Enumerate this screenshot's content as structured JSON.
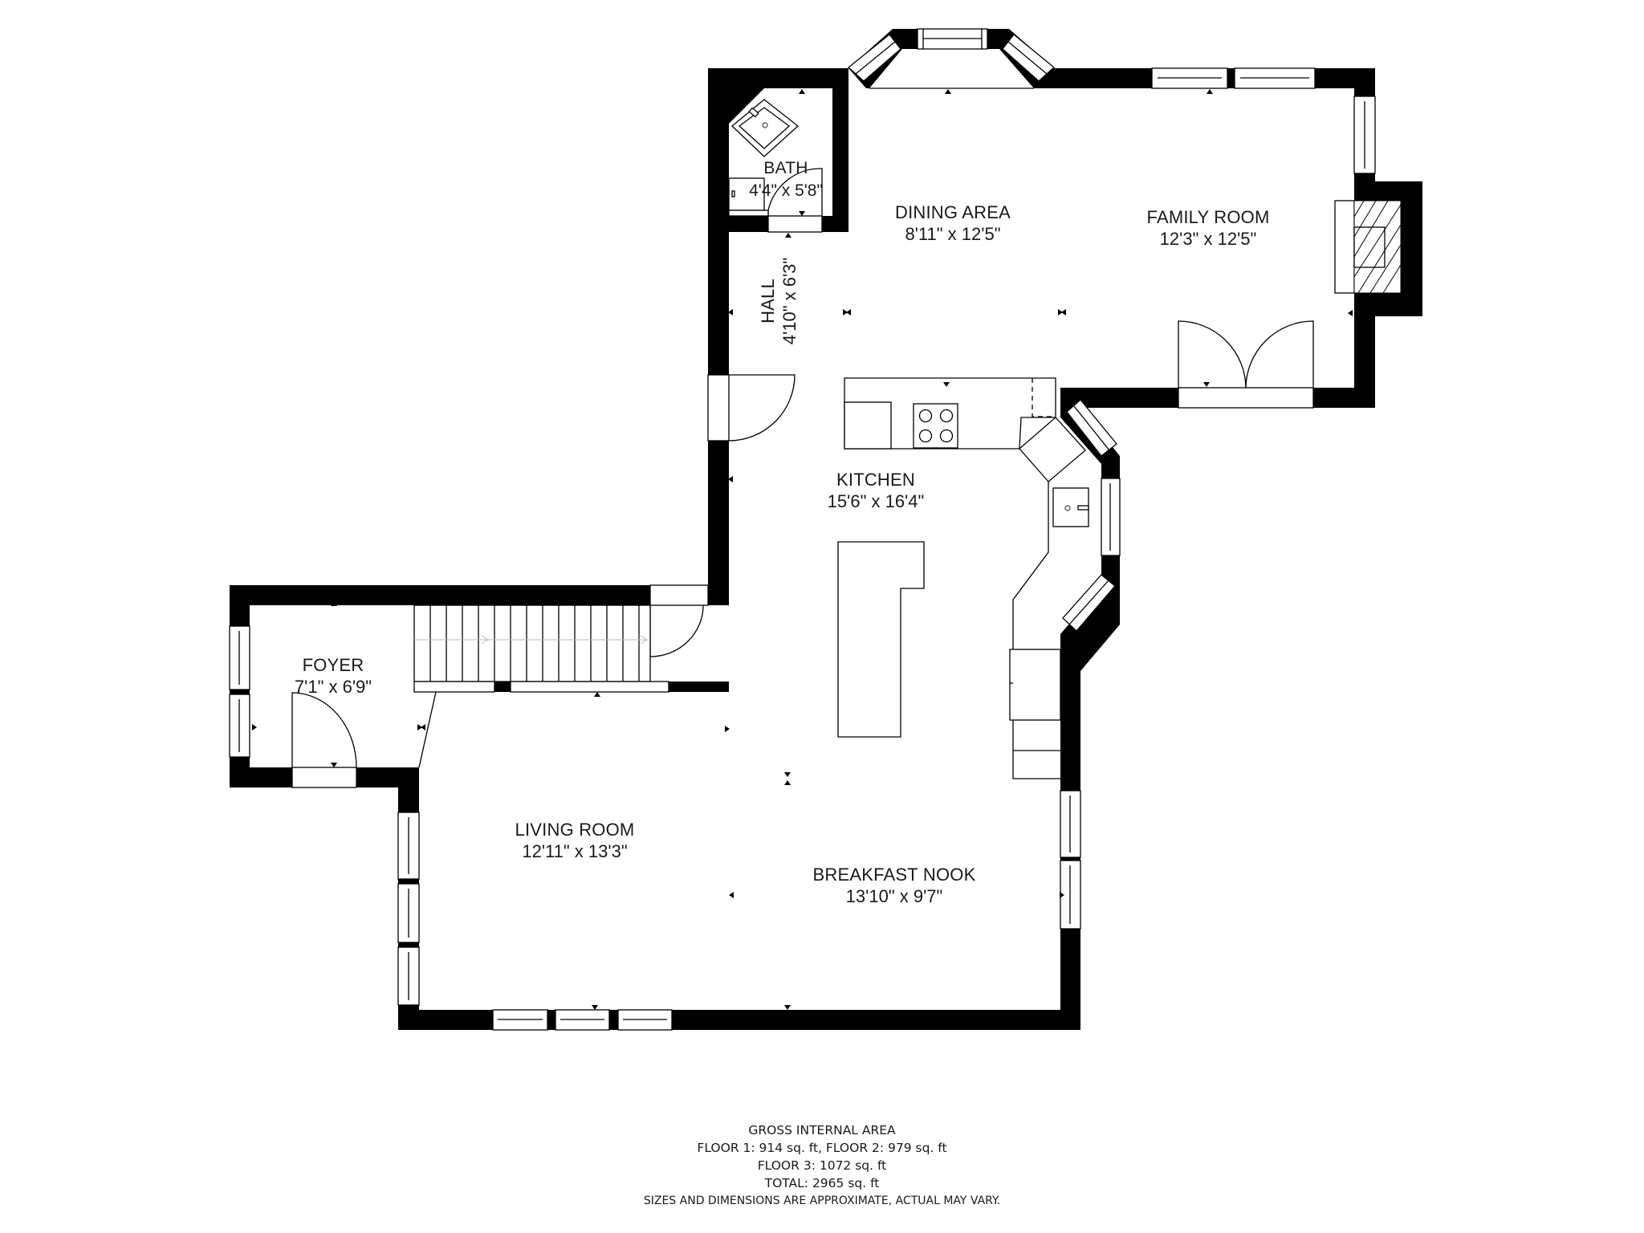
{
  "floor_plan": {
    "rooms": [
      {
        "id": "bath",
        "name": "BATH",
        "dimensions": "4'4\" x 5'8\""
      },
      {
        "id": "dining",
        "name": "DINING AREA",
        "dimensions": "8'11\" x 12'5\""
      },
      {
        "id": "family",
        "name": "FAMILY ROOM",
        "dimensions": "12'3\" x 12'5\""
      },
      {
        "id": "hall",
        "name": "HALL",
        "dimensions": "4'10\" x 6'3\""
      },
      {
        "id": "kitchen",
        "name": "KITCHEN",
        "dimensions": "15'6\" x 16'4\""
      },
      {
        "id": "foyer",
        "name": "FOYER",
        "dimensions": "7'1\" x 6'9\""
      },
      {
        "id": "living",
        "name": "LIVING ROOM",
        "dimensions": "12'11\" x 13'3\""
      },
      {
        "id": "breakfast",
        "name": "BREAKFAST NOOK",
        "dimensions": "13'10\" x 9'7\""
      }
    ],
    "features": [
      "stairs",
      "fireplace",
      "kitchen-island",
      "cooktop",
      "kitchen-sink",
      "shower",
      "french-doors",
      "bay-window"
    ],
    "wall_color": "#000000",
    "background_color": "#ffffff"
  },
  "area_summary": {
    "title": "GROSS INTERNAL AREA",
    "line1": "FLOOR 1: 914 sq. ft, FLOOR 2: 979 sq. ft",
    "line2": "FLOOR 3: 1072 sq. ft",
    "total": "TOTAL: 2965 sq. ft",
    "disclaimer": "SIZES AND DIMENSIONS ARE APPROXIMATE, ACTUAL MAY VARY."
  }
}
